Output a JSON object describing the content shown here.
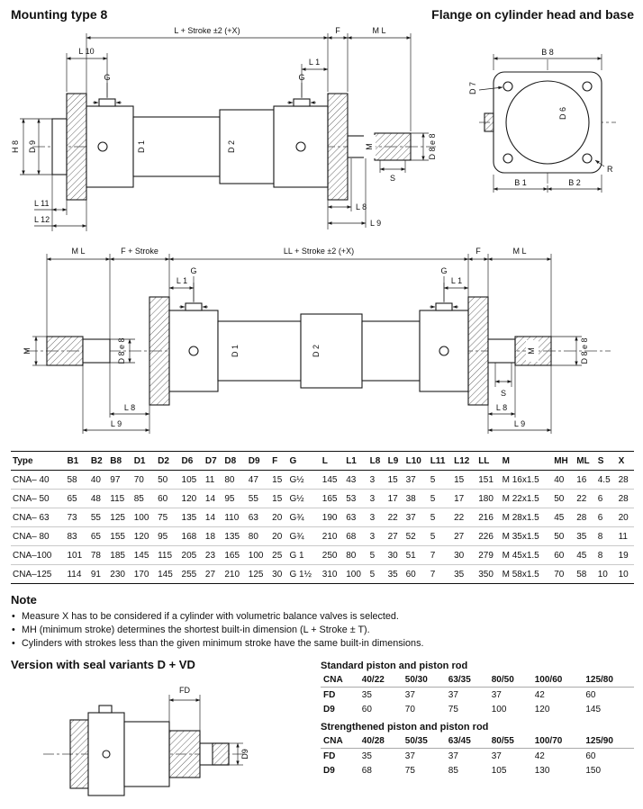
{
  "header": {
    "title_left": "Mounting type 8",
    "title_right": "Flange on cylinder head and base"
  },
  "drawing1": {
    "labels": {
      "l_stroke": "L + Stroke ±2  (+X)",
      "l10": "L 10",
      "l1": "L 1",
      "f": "F",
      "ml": "M L",
      "g_left": "G",
      "g_right": "G",
      "h8": "H 8",
      "d9": "D 9",
      "d1": "D 1",
      "d2": "D 2",
      "m": "M",
      "d8e8": "D 8 e 8",
      "s": "S",
      "l11": "L 11",
      "l12": "L 12",
      "l8": "L 8",
      "l9": "L 9"
    }
  },
  "flange_view": {
    "labels": {
      "b8": "B 8",
      "d7": "D 7",
      "d6": "D 6",
      "b1": "B 1",
      "b2": "B 2",
      "r": "R"
    }
  },
  "drawing2": {
    "labels": {
      "ml_left": "M L",
      "f_stroke": "F + Stroke",
      "ll_stroke": "LL + Stroke ±2  (+X)",
      "f": "F",
      "ml_right": "M L",
      "l1_left": "L 1",
      "l1_right": "L 1",
      "g_left": "G",
      "g_right": "G",
      "m_left": "M",
      "m_right": "M",
      "d8e8_left": "D 8 e 8",
      "d8e8_right": "D 8 e 8",
      "d1": "D 1",
      "d2": "D 2",
      "s": "S",
      "l8_left": "L 8",
      "l9_left": "L 9",
      "l8_right": "L 8",
      "l9_right": "L 9"
    }
  },
  "dim_table": {
    "head": [
      [
        "Type",
        "B1",
        "B2",
        "B8",
        "D1",
        "D2",
        "D6",
        "D7",
        "D8",
        "D9",
        "F",
        "G",
        "L",
        "L1",
        "L8",
        "L9",
        "L10",
        "L11",
        "L12",
        "LL",
        "M",
        "MH",
        "ML",
        "S",
        "X"
      ]
    ],
    "rows": [
      [
        "CNA– 40",
        "58",
        "40",
        "97",
        "70",
        "50",
        "105",
        "11",
        "80",
        "47",
        "15",
        "G½",
        "145",
        "43",
        "3",
        "15",
        "37",
        "5",
        "15",
        "151",
        "M 16x1.5",
        "40",
        "16",
        "4.5",
        "28"
      ],
      [
        "CNA– 50",
        "65",
        "48",
        "115",
        "85",
        "60",
        "120",
        "14",
        "95",
        "55",
        "15",
        "G½",
        "165",
        "53",
        "3",
        "17",
        "38",
        "5",
        "17",
        "180",
        "M 22x1.5",
        "50",
        "22",
        "6",
        "28"
      ],
      [
        "CNA– 63",
        "73",
        "55",
        "125",
        "100",
        "75",
        "135",
        "14",
        "110",
        "63",
        "20",
        "G¾",
        "190",
        "63",
        "3",
        "22",
        "37",
        "5",
        "22",
        "216",
        "M 28x1.5",
        "45",
        "28",
        "6",
        "20"
      ],
      [
        "CNA– 80",
        "83",
        "65",
        "155",
        "120",
        "95",
        "168",
        "18",
        "135",
        "80",
        "20",
        "G¾",
        "210",
        "68",
        "3",
        "27",
        "52",
        "5",
        "27",
        "226",
        "M 35x1.5",
        "50",
        "35",
        "8",
        "11"
      ],
      [
        "CNA–100",
        "101",
        "78",
        "185",
        "145",
        "115",
        "205",
        "23",
        "165",
        "100",
        "25",
        "G 1",
        "250",
        "80",
        "5",
        "30",
        "51",
        "7",
        "30",
        "279",
        "M 45x1.5",
        "60",
        "45",
        "8",
        "19"
      ],
      [
        "CNA–125",
        "114",
        "91",
        "230",
        "170",
        "145",
        "255",
        "27",
        "210",
        "125",
        "30",
        "G 1½",
        "310",
        "100",
        "5",
        "35",
        "60",
        "7",
        "35",
        "350",
        "M 58x1.5",
        "70",
        "58",
        "10",
        "10"
      ]
    ]
  },
  "note": {
    "title": "Note",
    "bullets": [
      "Measure X has to be considered if a cylinder with volumetric balance valves is selected.",
      "MH (minimum stroke) determines the shortest built-in dimension (L + Stroke ± T).",
      "Cylinders with strokes less than the given minimum stroke have the same built-in dimensions."
    ]
  },
  "seal_section": {
    "title": "Version with seal variants D + VD",
    "drawing_labels": {
      "fd": "FD",
      "d9": "D9"
    },
    "standard": {
      "title": "Standard piston and piston rod",
      "rows": [
        [
          "CNA",
          "40/22",
          "50/30",
          "63/35",
          "80/50",
          "100/60",
          "125/80"
        ],
        [
          "FD",
          "35",
          "37",
          "37",
          "37",
          "42",
          "60"
        ],
        [
          "D9",
          "60",
          "70",
          "75",
          "100",
          "120",
          "145"
        ]
      ]
    },
    "strengthened": {
      "title": "Strengthened piston and piston rod",
      "rows": [
        [
          "CNA",
          "40/28",
          "50/35",
          "63/45",
          "80/55",
          "100/70",
          "125/90"
        ],
        [
          "FD",
          "35",
          "37",
          "37",
          "37",
          "42",
          "60"
        ],
        [
          "D9",
          "68",
          "75",
          "85",
          "105",
          "130",
          "150"
        ]
      ]
    }
  }
}
